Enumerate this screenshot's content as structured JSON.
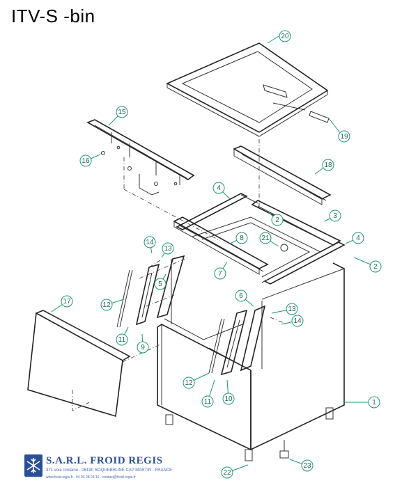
{
  "title": "ITV-S -bin",
  "company": {
    "name": "S.A.R.L. FROID REGIS",
    "address": "371 voie romaine - 06190 ROQUEBRUNE CAP MARTIN - FRANCE",
    "contact": "www.froid-regis.fr - 04 93 28 03 10 - contact@froid-regis.fr"
  },
  "colors": {
    "callout": "#1a9a6a",
    "company": "#2a4f9a"
  },
  "callouts": [
    "20",
    "19",
    "15",
    "16",
    "18",
    "4",
    "2",
    "3",
    "8",
    "21",
    "4",
    "2",
    "14",
    "13",
    "5",
    "7",
    "12",
    "17",
    "6",
    "13",
    "14",
    "11",
    "9",
    "12",
    "11",
    "10",
    "1",
    "22",
    "23"
  ]
}
